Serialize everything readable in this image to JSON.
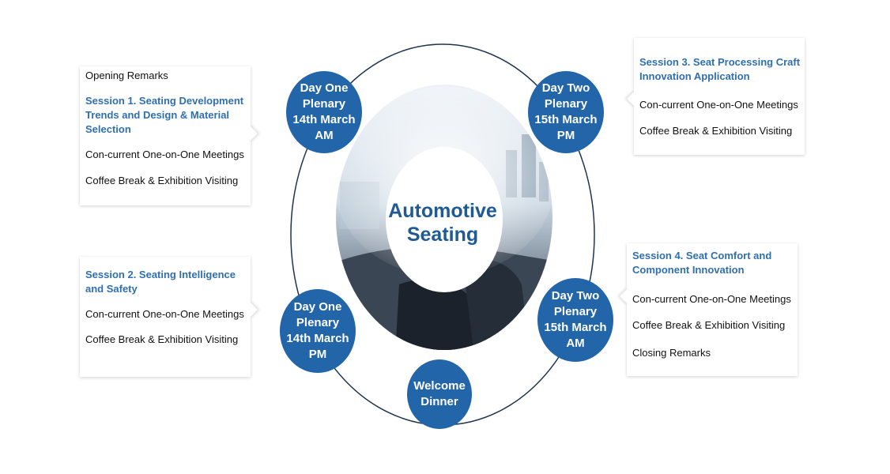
{
  "center": {
    "title": "Automotive\nSeating"
  },
  "colors": {
    "node_fill": "#2265a8",
    "session_text": "#2f6fb1",
    "ring_stroke": "#1e3350",
    "center_text": "#1f5a93"
  },
  "nodes": {
    "day_one_am": "Day One\nPlenary\n14th March\nAM",
    "day_one_pm": "Day One\nPlenary\n14th March\nPM",
    "day_two_pm": "Day Two\nPlenary\n15th March\nPM",
    "day_two_am": "Day Two\nPlenary\n15th March\nAM",
    "welcome_dinner": "Welcome\nDinner"
  },
  "cards": {
    "day_one_am": {
      "opening": "Opening Remarks",
      "session": "Session 1.  Seating Development Trends and Design & Material Selection",
      "meetings": "Con-current One-on-One Meetings",
      "break": "Coffee Break & Exhibition Visiting"
    },
    "day_one_pm": {
      "session": "Session 2.  Seating Intelligence and Safety",
      "meetings": "Con-current One-on-One Meetings",
      "break": "Coffee Break & Exhibition Visiting"
    },
    "day_two_pm": {
      "session": "Session 3.  Seat Processing Craft Innovation Application",
      "meetings": "Con-current One-on-One Meetings",
      "break": "Coffee Break & Exhibition Visiting"
    },
    "day_two_am": {
      "session": "Session 4.   Seat Comfort and Component Innovation",
      "meetings": "Con-current One-on-One Meetings",
      "break": "Coffee Break & Exhibition Visiting",
      "closing": "Closing Remarks"
    }
  }
}
